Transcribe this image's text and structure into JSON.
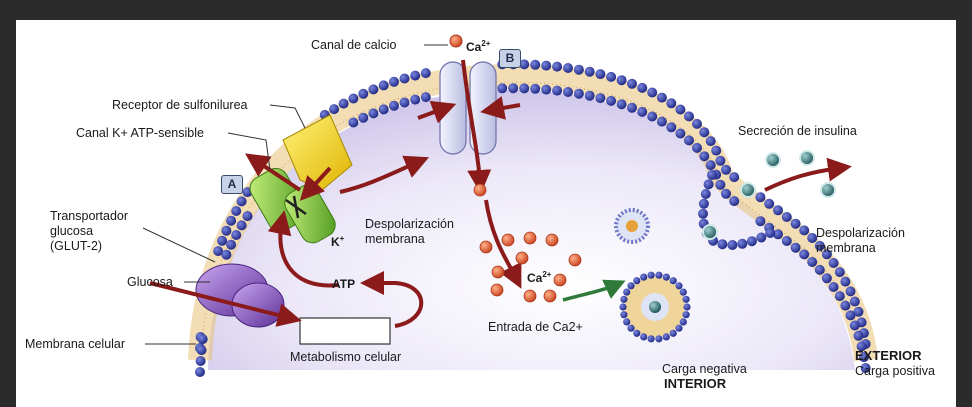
{
  "labels": {
    "canal_calcio": "Canal de  calcio",
    "ca_top": "Ca",
    "ca_top_sup": "2+",
    "box_b": "B",
    "receptor": "Receptor de sulfonilurea",
    "canal_k": "Canal K+ ATP-sensible",
    "box_a": "A",
    "transportador_1": "Transportador",
    "transportador_2": "glucosa",
    "transportador_3": "(GLUT-2)",
    "glucosa": "Glucosa",
    "membrana_celular": "Membrana celular",
    "k_plus": "K",
    "k_plus_sup": "+",
    "atp": "ATP",
    "metabolismo": "Metabolismo celular",
    "despol_left_1": "Despolarización",
    "despol_left_2": "membrana",
    "ca_mid": "Ca",
    "ca_mid_sup": "2+",
    "entrada": "Entrada de Ca2+",
    "secrecion": "Secreción de insulina",
    "despol_right_1": "Despolarización",
    "despol_right_2": "membrana",
    "carga_negativa": "Carga negativa",
    "interior": "INTERIOR",
    "exterior": "EXTERIOR",
    "carga_positiva": "Carga positiva"
  },
  "colors": {
    "lipid_head": "#2e3a9e",
    "cytoplasm": "#e9e4f6",
    "arrow_red": "#8b1a1a",
    "calcium": "#e0663a",
    "k_channel_green": "#7fc73a",
    "receptor_yellow": "#f2d21c",
    "glut_purple": "#8a5bbf",
    "insulin": "#1f6a6a"
  }
}
